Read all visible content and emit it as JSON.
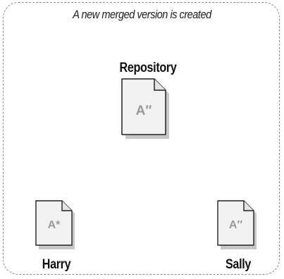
{
  "caption": "A new merged version is created",
  "repository": {
    "label": "Repository",
    "file": "A″"
  },
  "harry": {
    "label": "Harry",
    "file": "A*"
  },
  "sally": {
    "label": "Sally",
    "file": "A″"
  },
  "colors": {
    "paper": "#f2f2f2",
    "outline": "#222222",
    "shadow": "#c8c8c8",
    "dashed_frame": "#8a8a8a",
    "file_text": "#9a9a9a"
  },
  "icons": [
    "document-icon"
  ]
}
